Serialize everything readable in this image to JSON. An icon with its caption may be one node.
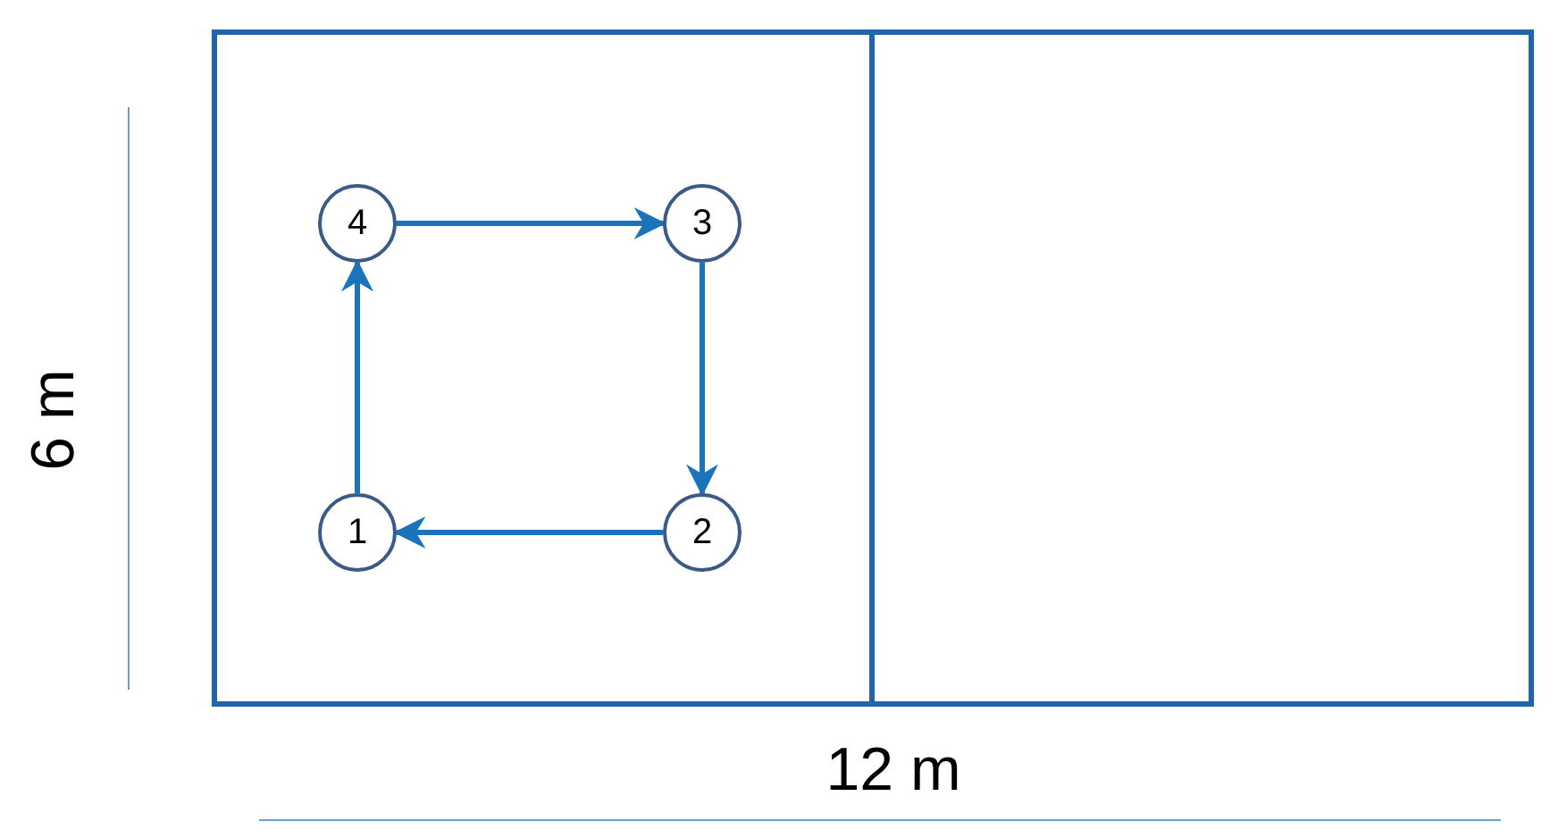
{
  "diagram": {
    "nodes": [
      {
        "text": [
          "4"
        ]
      },
      {
        "text": [
          "3"
        ]
      },
      {
        "text": [
          "1"
        ]
      },
      {
        "text": [
          "2"
        ]
      }
    ],
    "edges": [
      {
        "from": 0,
        "to": 1,
        "arrow": "to"
      },
      {
        "from": 1,
        "to": 3,
        "arrow": "to"
      },
      {
        "from": 3,
        "to": 2,
        "arrow": "to"
      },
      {
        "from": 2,
        "to": 0,
        "arrow": "to"
      }
    ],
    "labels": [
      "6 m",
      "12 m"
    ]
  }
}
